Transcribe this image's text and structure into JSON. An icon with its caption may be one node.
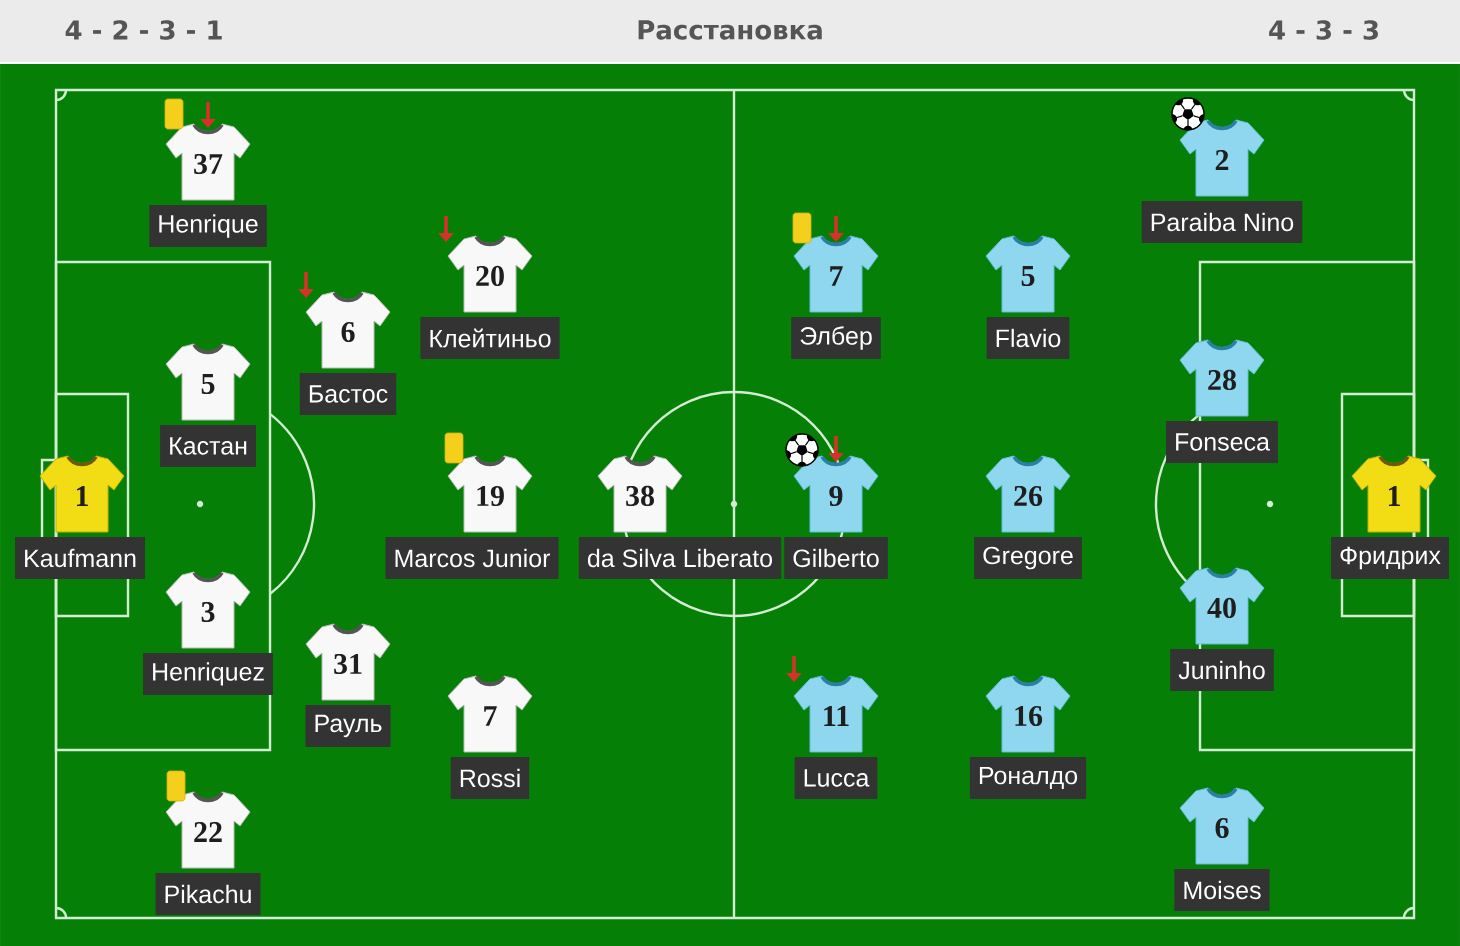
{
  "diagram": {
    "title": "Расстановка",
    "nodes": [
      {
        "text": [
          "1"
        ],
        "beside": [
          "Kaufmann"
        ]
      },
      {
        "text": [
          "37"
        ],
        "beside": [
          "Henrique"
        ]
      },
      {
        "text": [
          "5"
        ],
        "beside": [
          "Кастан"
        ]
      },
      {
        "text": [
          "3"
        ],
        "beside": [
          "Henriquez"
        ]
      },
      {
        "text": [
          "22"
        ],
        "beside": [
          "Pikachu"
        ]
      },
      {
        "text": [
          "6"
        ],
        "beside": [
          "Бастос"
        ]
      },
      {
        "text": [
          "31"
        ],
        "beside": [
          "Рауль"
        ]
      },
      {
        "text": [
          "20"
        ],
        "beside": [
          "Клейтиньо"
        ]
      },
      {
        "text": [
          "19"
        ],
        "beside": [
          "Marcos Junior"
        ]
      },
      {
        "text": [
          "7"
        ],
        "beside": [
          "Rossi"
        ]
      },
      {
        "text": [
          "38"
        ],
        "beside": [
          "da Silva Liberato"
        ]
      },
      {
        "text": [
          "7"
        ],
        "beside": [
          "Элбер"
        ]
      },
      {
        "text": [
          "9"
        ],
        "beside": [
          "Gilberto"
        ]
      },
      {
        "text": [
          "11"
        ],
        "beside": [
          "Lucca"
        ]
      },
      {
        "text": [
          "5"
        ],
        "beside": [
          "Flavio"
        ]
      },
      {
        "text": [
          "26"
        ],
        "beside": [
          "Gregore"
        ]
      },
      {
        "text": [
          "16"
        ],
        "beside": [
          "Роналдо"
        ]
      },
      {
        "text": [
          "2"
        ],
        "beside": [
          "Paraiba Nino"
        ]
      },
      {
        "text": [
          "28"
        ],
        "beside": [
          "Fonseca"
        ]
      },
      {
        "text": [
          "40"
        ],
        "beside": [
          "Juninho"
        ]
      },
      {
        "text": [
          "6"
        ],
        "beside": [
          "Moises"
        ]
      },
      {
        "text": [
          "1"
        ],
        "beside": [
          "Фридрих"
        ]
      }
    ],
    "labels": [
      "4 - 2 - 3 - 1",
      "4 - 3 - 3"
    ]
  }
}
